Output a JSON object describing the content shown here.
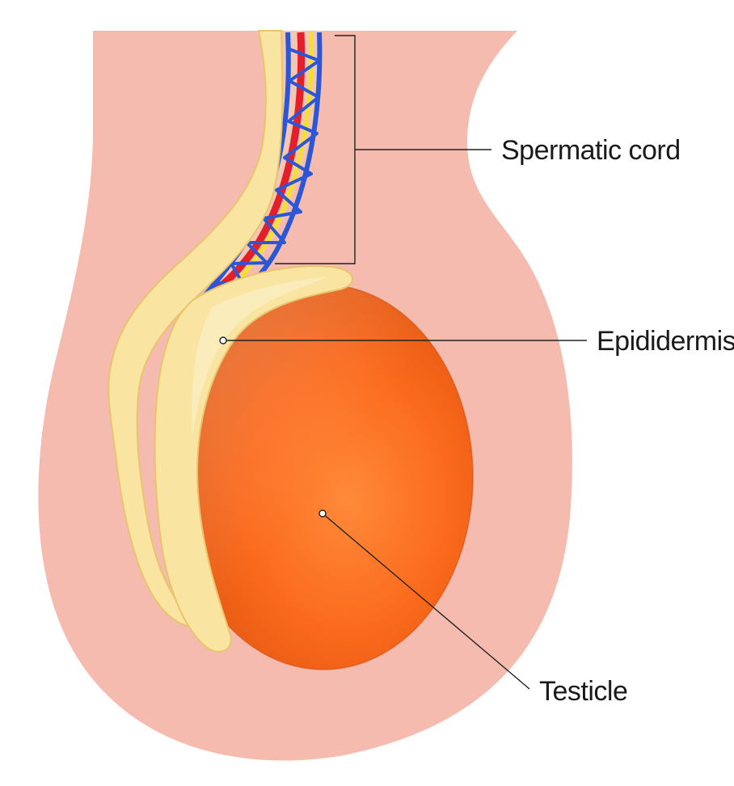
{
  "labels": {
    "spermatic_cord": "Spermatic cord",
    "epididermis": "Epididermis",
    "testicle": "Testicle"
  },
  "colors": {
    "background": "#ffffff",
    "skin": "#f5bbae",
    "epididymis_fill": "#f9e4a2",
    "epididymis_edge": "#e8c56c",
    "testicle_core": "#ff7a2a",
    "testicle_edge": "#e65a12",
    "vein": "#2b57d6",
    "artery": "#e3202a",
    "nerve": "#f6e12a",
    "leader_line": "#222222"
  }
}
